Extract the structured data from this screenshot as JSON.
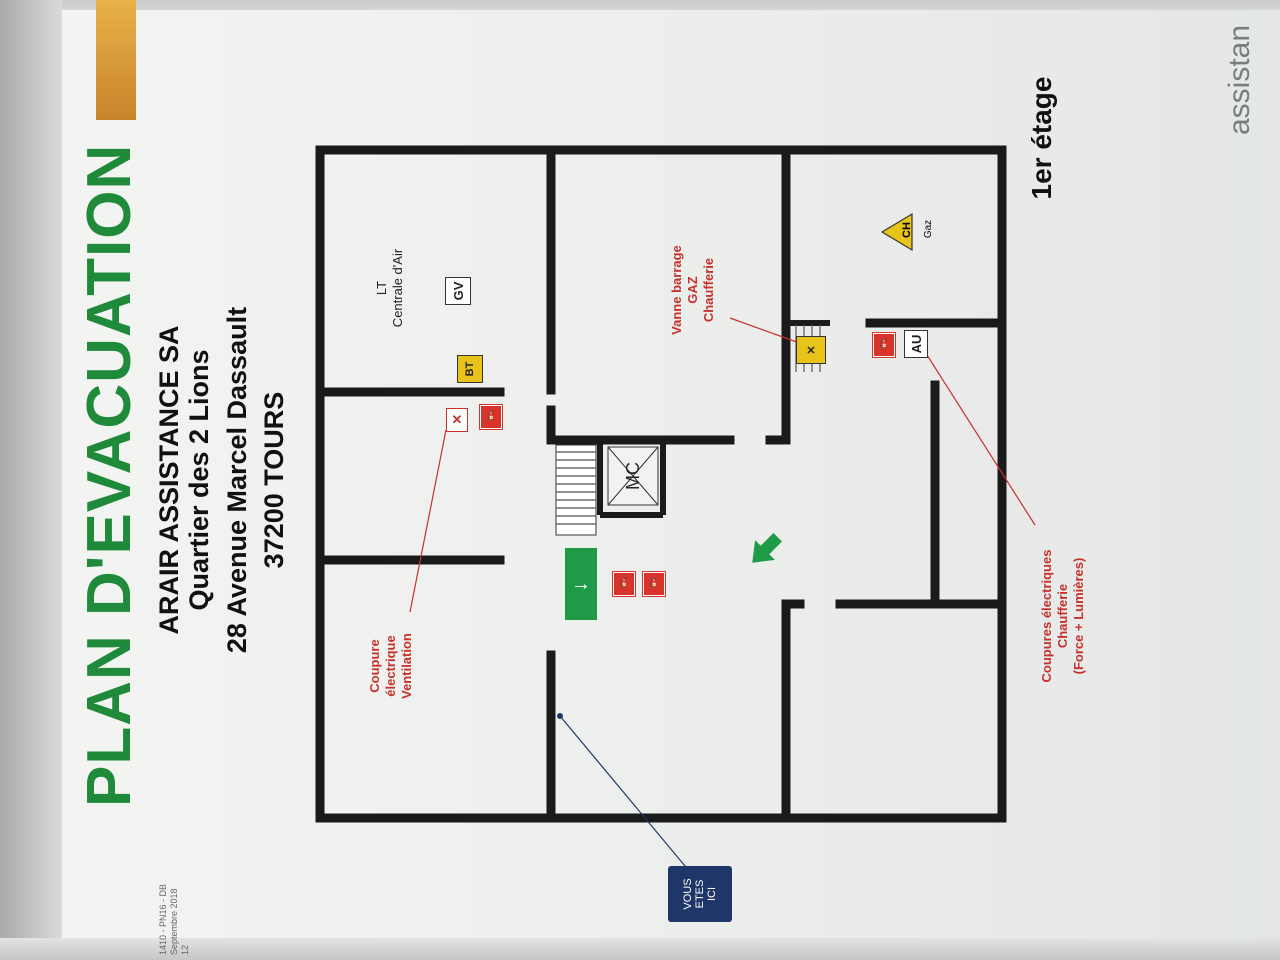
{
  "header": {
    "title": "PLAN D'EVACUATION",
    "company": "ARAIR ASSISTANCE SA",
    "district": "Quartier des 2 Lions",
    "street": "28 Avenue Marcel Dassault",
    "city": "37200 TOURS",
    "floor": "1er étage",
    "logo": "assistan"
  },
  "small_print": {
    "ref": "1410 - PN16 - DB",
    "date": "Septembre 2018",
    "sheet": "12"
  },
  "rooms": {
    "lt_label": "LT",
    "lt_sub": "Centrale d'Air",
    "gv": "GV",
    "bt": "BT",
    "mc": "MC",
    "au": "AU",
    "ch": "CH",
    "gaz": "Gaz"
  },
  "annotations": {
    "ventilation": [
      "Coupure",
      "électrique",
      "Ventilation"
    ],
    "gas_valve": [
      "Vanne barrage",
      "GAZ",
      "Chaufferie"
    ],
    "boiler_cuts": [
      "Coupures électriques",
      "Chaufferie",
      "(Force + Lumières)"
    ]
  },
  "you_are_here": [
    "VOUS",
    "ETES",
    "ICI"
  ],
  "colors": {
    "accent_green": "#1f8a3a",
    "red": "#c9302c",
    "yellow": "#e8c319",
    "navy": "#1f3668"
  }
}
